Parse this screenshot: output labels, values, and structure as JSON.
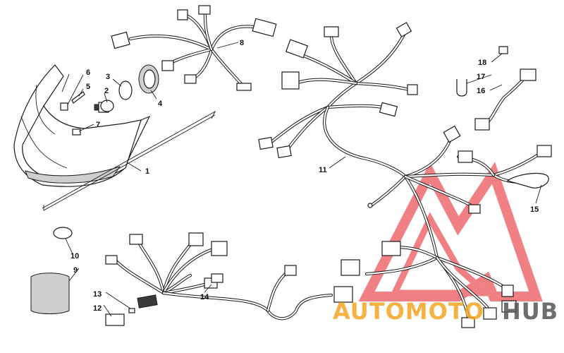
{
  "callouts": {
    "c1": "1",
    "c2": "2",
    "c3": "3",
    "c4": "4",
    "c5": "5",
    "c6": "6",
    "c7": "7",
    "c8": "8",
    "c9": "9",
    "c10": "10",
    "c11": "11",
    "c12": "12",
    "c13": "13",
    "c14": "14",
    "c15": "15",
    "c16": "16",
    "c17": "17",
    "c18": "18"
  },
  "watermark": {
    "text_orange": "AUTOMOTO",
    "text_dark": "HUB",
    "color_red": "#e8333a",
    "color_orange": "#f5a623",
    "color_dark": "#555555"
  }
}
